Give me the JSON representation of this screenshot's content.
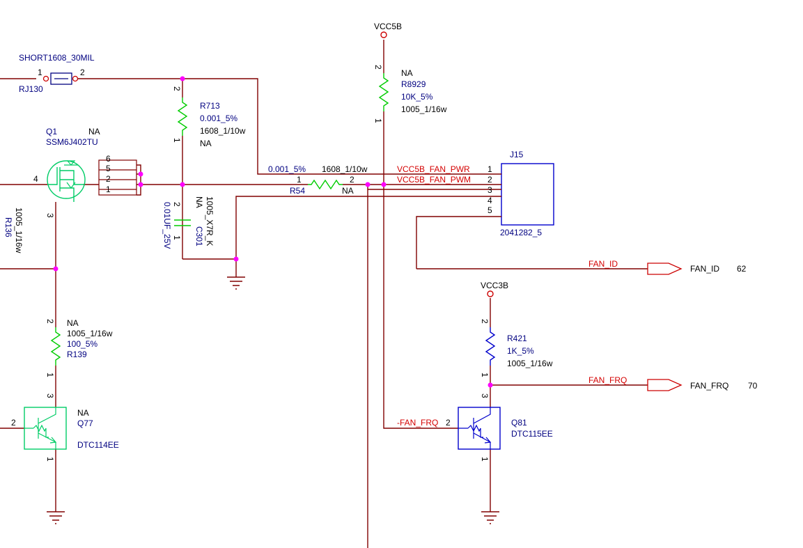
{
  "colors": {
    "wire": "#800000",
    "junction": "#ff00ff",
    "label_blue": "#000080",
    "label_red": "#d40000",
    "resistor_green": "#00cc00",
    "part_green": "#00cc66",
    "part_blue": "#0000cc",
    "offpage_red": "#cc0000"
  },
  "power": {
    "vcc5b": "VCC5B",
    "vcc3b": "VCC3B"
  },
  "components": {
    "rj130": {
      "ref": "RJ130",
      "value": "SHORT1608_30MIL",
      "pin1": "1",
      "pin2": "2"
    },
    "r713": {
      "ref": "R713",
      "value": "0.001_5%",
      "pkg": "1608_1/10w",
      "na": "NA",
      "pin_top": "2",
      "pin_bot": "1"
    },
    "r8929": {
      "ref": "R8929",
      "value": "10K_5%",
      "pkg": "1005_1/16w",
      "na": "NA",
      "pin_top": "2",
      "pin_bot": "1"
    },
    "q1": {
      "ref": "Q1",
      "part": "SSM6J402TU",
      "na": "NA",
      "pins": [
        "6",
        "5",
        "2",
        "1"
      ],
      "pin_gate": "4",
      "pin_drain": "3"
    },
    "c301": {
      "ref": "C301",
      "value": "0.01UF_25V",
      "pkg": "1005_X7R_K",
      "na": "NA",
      "pin_top": "2",
      "pin_bot": "1"
    },
    "r54": {
      "ref": "R54",
      "value": "0.001_5%",
      "pkg": "1608_1/10w",
      "na": "NA",
      "pin1": "1",
      "pin2": "2"
    },
    "j15": {
      "ref": "J15",
      "part": "2041282_5",
      "pins": [
        "1",
        "2",
        "3",
        "4",
        "5"
      ]
    },
    "r136": {
      "ref": "R136",
      "pkg": "1005_1/16w"
    },
    "r139": {
      "ref": "R139",
      "value": "100_5%",
      "pkg": "1005_1/16w",
      "na": "NA",
      "pin_top": "2",
      "pin_bot": "1"
    },
    "q77": {
      "ref": "Q77",
      "part": "DTC114EE",
      "na": "NA",
      "pin_c": "3",
      "pin_b": "2",
      "pin_e": "1"
    },
    "r421": {
      "ref": "R421",
      "value": "1K_5%",
      "pkg": "1005_1/16w",
      "pin_top": "2",
      "pin_bot": "1"
    },
    "q81": {
      "ref": "Q81",
      "part": "DTC115EE",
      "pin_c": "3",
      "pin_b": "2",
      "pin_e": "1"
    }
  },
  "nets": {
    "fan_pwr": "VCC5B_FAN_PWR",
    "fan_pwm": "VCC5B_FAN_PWM",
    "fan_id": "FAN_ID",
    "fan_frq": "FAN_FRQ",
    "fan_frq_n": "-FAN_FRQ"
  },
  "offpage": {
    "fan_id": {
      "label": "FAN_ID",
      "page": "62"
    },
    "fan_frq": {
      "label": "FAN_FRQ",
      "page": "70"
    }
  }
}
